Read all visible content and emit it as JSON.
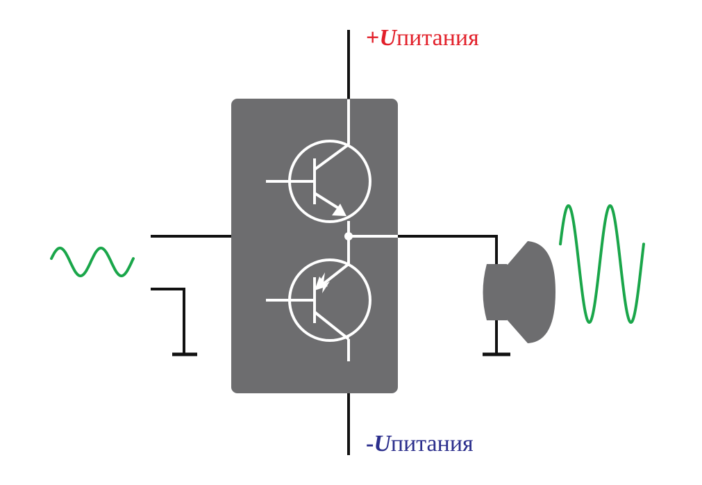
{
  "supply": {
    "positive": {
      "sign": "+",
      "symbol": "U",
      "subscript": "питания"
    },
    "negative": {
      "sign": "-",
      "symbol": "U",
      "subscript": "питания"
    }
  },
  "colors": {
    "positive_label": "#e2202a",
    "negative_label": "#2b2e8c",
    "wire": "#111111",
    "amplifier_body": "#6d6d6f",
    "transistor_stroke": "#ffffff",
    "input_signal": "#1aa64a",
    "output_signal": "#1aa64a",
    "speaker": "#6d6d6f"
  },
  "components": {
    "upper_transistor": "npn-transistor-icon",
    "lower_transistor": "pnp-transistor-icon",
    "speaker": "speaker-icon",
    "ground": "ground-icon"
  },
  "signals": {
    "input_periods": 2,
    "output_periods": 2,
    "output_to_input_amplitude_ratio": 3.5
  }
}
